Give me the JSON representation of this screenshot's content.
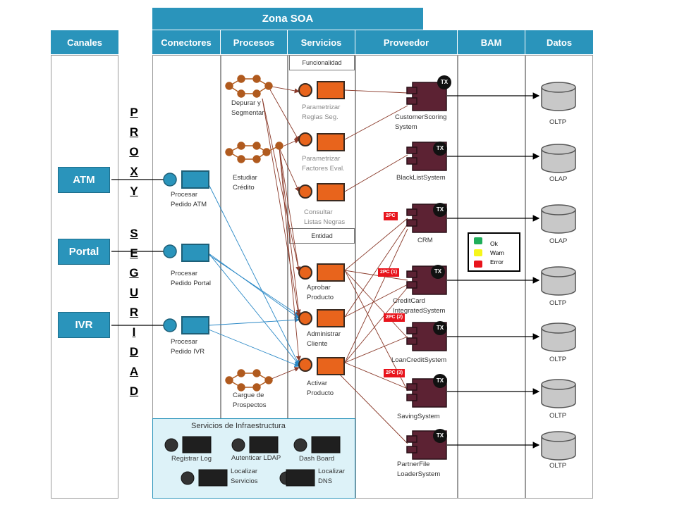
{
  "soa_zone": "Zona SOA",
  "lanes": {
    "canales": "Canales",
    "conectores": "Conectores",
    "procesos": "Procesos",
    "servicios": "Servicios",
    "proveedor": "Proveedor",
    "bam": "BAM",
    "datos": "Datos"
  },
  "sub_sections": {
    "funcionalidad": "Funcionalidad",
    "entidad": "Entidad"
  },
  "channels": [
    "ATM",
    "Portal",
    "IVR"
  ],
  "proxy_letters": [
    "P",
    "R",
    "O",
    "X",
    "Y",
    "",
    "S",
    "E",
    "G",
    "U",
    "R",
    "I",
    "D",
    "A",
    "D"
  ],
  "connectors": [
    "Procesar\nPedido ATM",
    "Procesar\nPedido Portal",
    "Procesar\nPedido IVR"
  ],
  "processes": [
    "Depurar y\nSegmentar",
    "Estudiar\nCrédito",
    "Cargue de\nProspectos"
  ],
  "services_funcionalidad": [
    "Parametrizar\nReglas Seg.",
    "Parametrizar\nFactores Eval.",
    "Consultar\nListas Negras"
  ],
  "services_entidad": [
    "Aprobar\nProducto",
    "Administrar\nCliente",
    "Activar\nProducto"
  ],
  "providers": [
    "CustomerScoring\nSystem",
    "BlackListSystem",
    "CRM",
    "CreditCard\nIntegratedSystem",
    "LoanCreditSystem",
    "SavingSystem",
    "PartnerFile\nLoaderSystem"
  ],
  "provider_badge": "TX",
  "tags_2pc": [
    "2PC",
    "2PC (1)",
    "2PC (2)",
    "2PC (3)"
  ],
  "bam_legend": [
    {
      "label": "Ok",
      "color": "#1fae5a"
    },
    {
      "label": "Warn",
      "color": "#f6f61a"
    },
    {
      "label": "Error",
      "color": "#e8141c"
    }
  ],
  "data_stores": [
    "OLTP",
    "OLAP",
    "OLAP",
    "OLTP",
    "OLTP",
    "OLTP",
    "OLTP"
  ],
  "infrastructure": {
    "title": "Servicios de Infraestructura",
    "items": [
      "Registrar Log",
      "Autenticar LDAP",
      "Dash Board",
      "Localizar\nServicios",
      "Localizar\nDNS"
    ]
  },
  "colors": {
    "lane_header": "#2a94bb",
    "service_box": "#e8641c",
    "provider_box": "#5c2233",
    "process_node": "#b05a1e",
    "infra_box": "#1f1f1f"
  }
}
